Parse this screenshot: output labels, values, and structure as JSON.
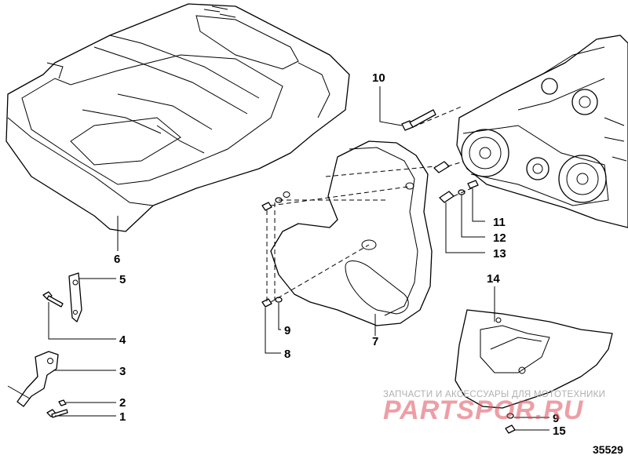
{
  "callouts": {
    "c1": "1",
    "c2": "2",
    "c3": "3",
    "c4": "4",
    "c5": "5",
    "c6": "6",
    "c7": "7",
    "c8": "8",
    "c9a": "9",
    "c9b": "9",
    "c10": "10",
    "c11": "11",
    "c12": "12",
    "c13": "13",
    "c14": "14",
    "c15": "15"
  },
  "figure_number": "35529",
  "watermark": {
    "caption": "ЗАПЧАСТИ И АКСЕССУАРЫ ДЛЯ МОТОТЕХНИКИ",
    "logo_text": "PARTSPOR.RU"
  }
}
